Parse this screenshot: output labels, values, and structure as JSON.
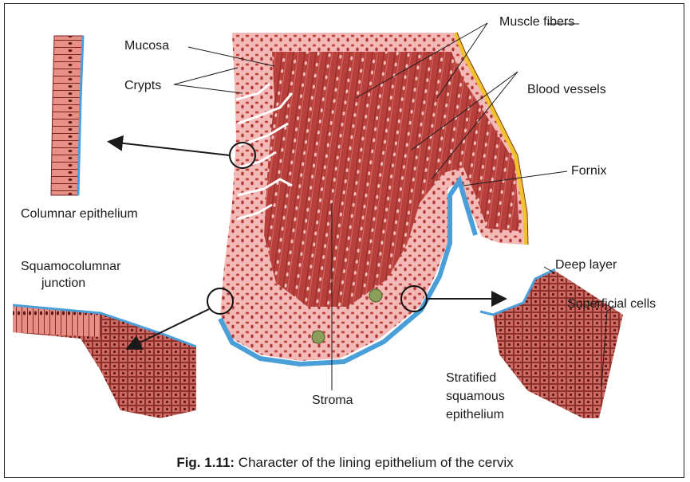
{
  "labels": {
    "mucosa": "Mucosa",
    "crypts": "Crypts",
    "muscle_fibers": "Muscle fibers",
    "blood_vessels": "Blood vessels",
    "fornix": "Fornix",
    "columnar_epithelium": "Columnar epithelium",
    "squamocolumnar_line1": "Squamocolumnar",
    "squamocolumnar_line2": "junction",
    "deep_layer": "Deep layer",
    "superficial_cells": "Superficial cells",
    "stroma": "Stroma",
    "stratified_line1": "Stratified",
    "stratified_line2": "squamous",
    "stratified_line3": "epithelium"
  },
  "caption": {
    "number": "Fig. 1.11:",
    "text": " Character of the lining epithelium of the cervix"
  },
  "colors": {
    "tissue": "#b8403c",
    "tissue_light": "#f2b9b6",
    "epithelium_blue": "#4a9fd8",
    "serosa_yellow": "#f2c12e"
  }
}
